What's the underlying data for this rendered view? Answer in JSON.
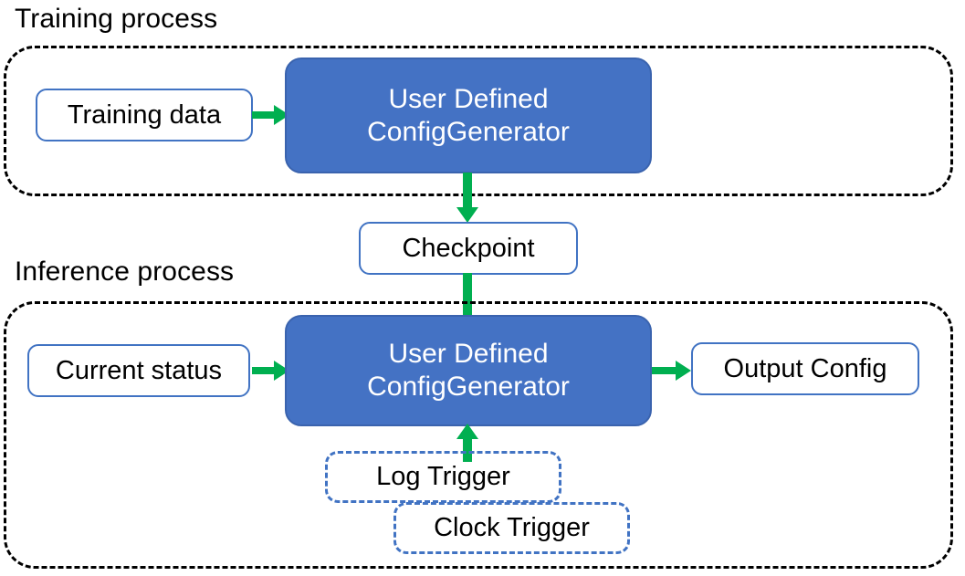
{
  "diagram": {
    "title_training": "Training process",
    "title_inference": "Inference process",
    "colors": {
      "process_fill": "#4472C4",
      "process_stroke": "#3A63AE",
      "io_stroke": "#4173C3",
      "arrow_green": "#00AF50",
      "container_stroke": "#000000",
      "text_light": "#FFFFFF",
      "text_dark": "#000000"
    }
  },
  "training": {
    "label": "Training process",
    "input_box": "Training data",
    "processor": {
      "line1": "User Defined",
      "line2": "ConfigGenerator"
    }
  },
  "checkpoint": {
    "label": "Checkpoint"
  },
  "inference": {
    "label": "Inference process",
    "input_box": "Current status",
    "processor": {
      "line1": "User Defined",
      "line2": "ConfigGenerator"
    },
    "output_box": "Output Config",
    "triggers": [
      {
        "label": "Log Trigger"
      },
      {
        "label": "Clock Trigger"
      }
    ]
  }
}
